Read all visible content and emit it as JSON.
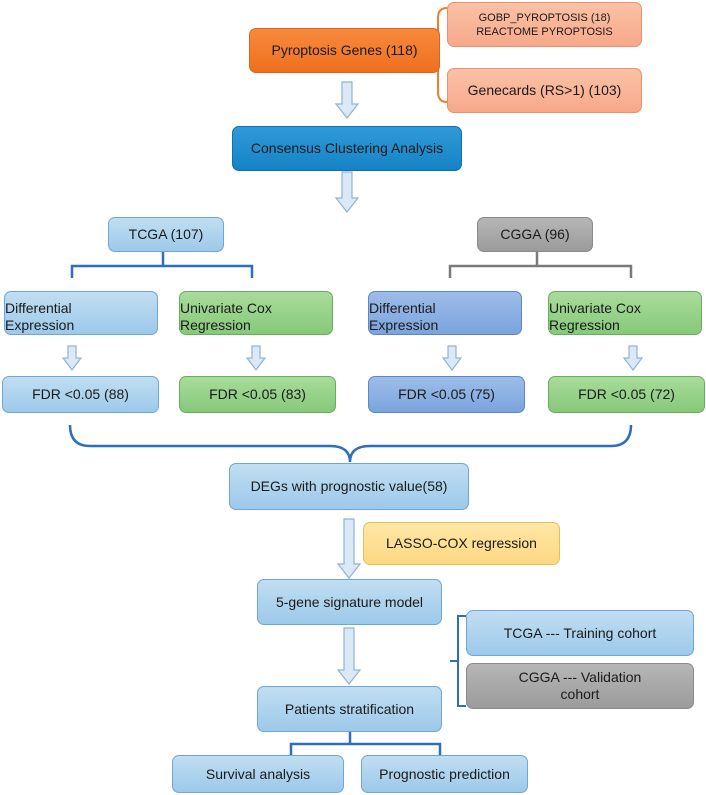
{
  "pyroptosis_genes": "Pyroptosis Genes (118)",
  "gobp_line1": "GOBP_PYROPTOSIS  (18)",
  "gobp_line2": "REACTOME  PYROPTOSIS",
  "genecards": "Genecards (RS>1) (103)",
  "consensus": "Consensus Clustering Analysis",
  "tcga": "TCGA (107)",
  "cgga": "CGGA (96)",
  "diff_expr_line1": "Differential",
  "diff_expr_line2": "Expression",
  "cox_line1": "Univariate Cox",
  "cox_line2": "Regression",
  "fdr_tcga_de": "FDR <0.05 (88)",
  "fdr_tcga_cox": "FDR <0.05 (83)",
  "fdr_cgga_de": "FDR <0.05 (75)",
  "fdr_cgga_cox": "FDR <0.05 (72)",
  "degs": "DEGs with prognostic value(58)",
  "lasso": "LASSO-COX regression",
  "signature": "5-gene signature model",
  "training": "TCGA --- Training cohort",
  "validation_line1": "CGGA --- Validation",
  "validation_line2": "cohort",
  "stratification": "Patients stratification",
  "survival": "Survival analysis",
  "prognostic": "Prognostic prediction",
  "colors": {
    "blue_bracket": "#2c6fbd",
    "gray_bracket": "#7a7a7a",
    "orange_bracket": "#f07e2c",
    "arrow_fill": "#dbe9f7",
    "arrow_stroke": "#8fb2d8"
  }
}
